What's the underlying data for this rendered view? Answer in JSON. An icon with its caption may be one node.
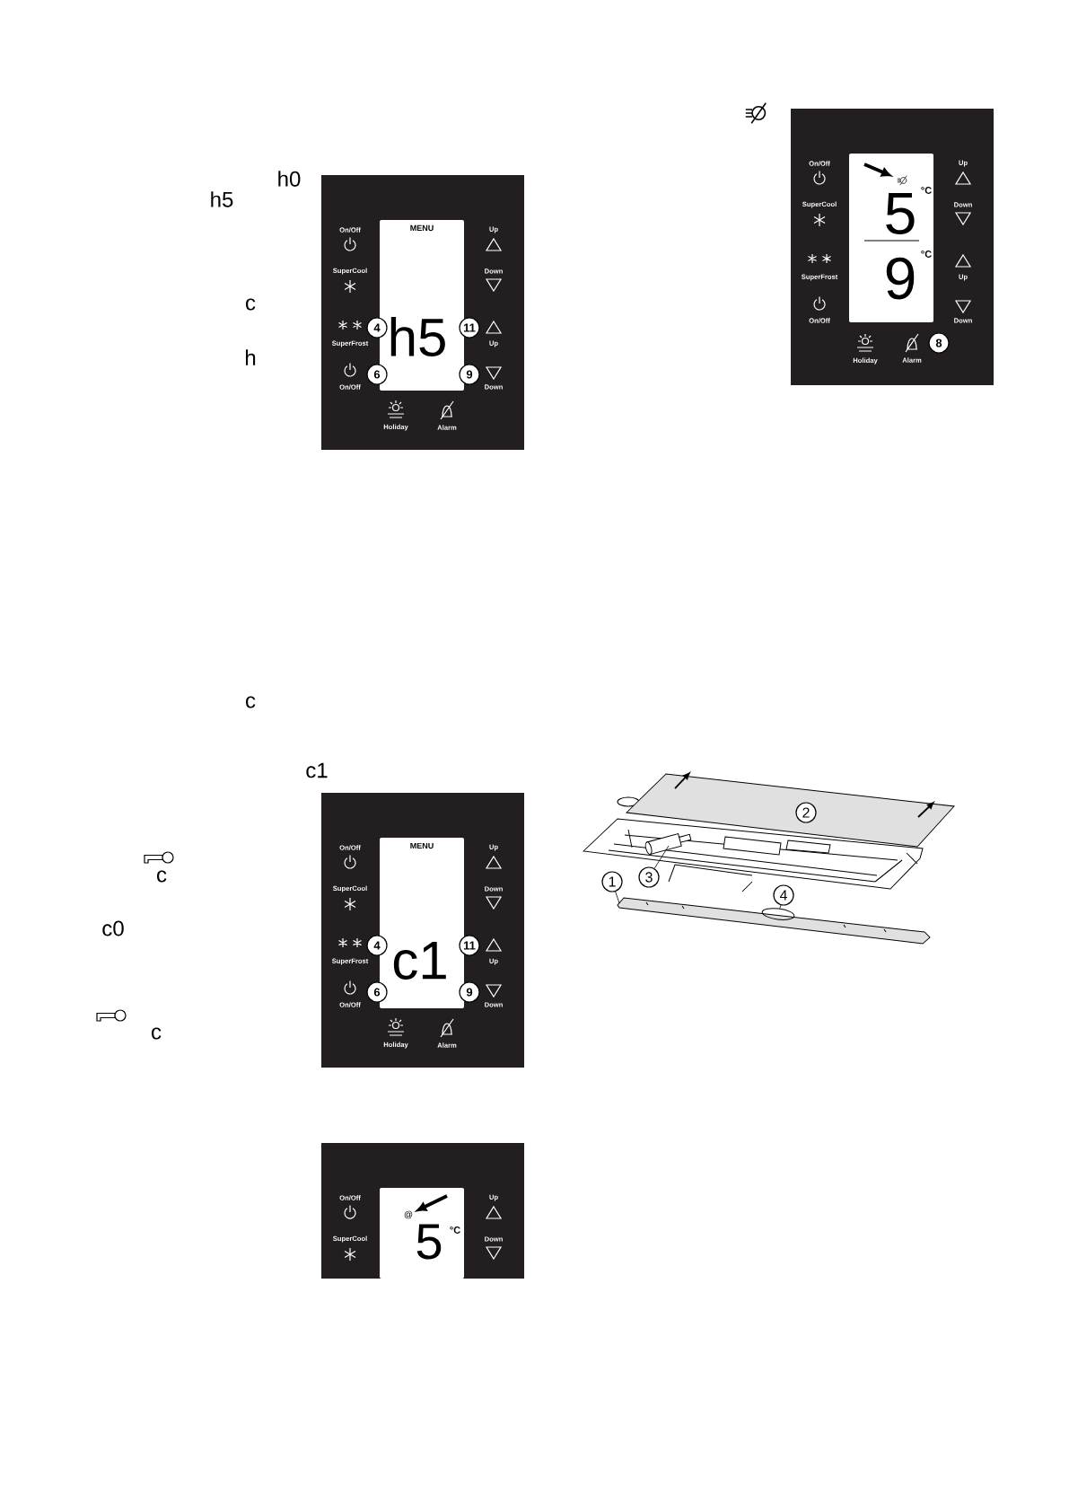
{
  "diagram": {
    "nodes": [
      {
        "text": [
          "On/Off",
          "Up",
          "SuperCool",
          "Down",
          "SuperFrost",
          "Up",
          "On/Off",
          "Down",
          "Holiday",
          "Alarm"
        ]
      },
      {
        "text": [
          "MENU",
          "h5"
        ],
        "in": 0
      },
      {
        "text": [
          "4"
        ],
        "in": 0
      },
      {
        "text": [
          "11"
        ],
        "in": 0
      },
      {
        "text": [
          "6"
        ],
        "in": 0
      },
      {
        "text": [
          "9"
        ],
        "in": 0
      },
      {
        "text": [
          "On/Off",
          "Up",
          "SuperCool",
          "Down",
          "SuperFrost",
          "Up",
          "On/Off",
          "Down",
          "Holiday",
          "Alarm"
        ]
      },
      {
        "text": [
          "5",
          "°C",
          "9",
          "°C"
        ],
        "in": 6
      },
      {
        "text": [],
        "shape": "symbol",
        "in": 7
      },
      {
        "text": [
          "8"
        ],
        "in": 6
      },
      {
        "text": [
          "On/Off",
          "Up",
          "SuperCool",
          "Down",
          "SuperFrost",
          "Up",
          "On/Off",
          "Down",
          "Holiday",
          "Alarm"
        ]
      },
      {
        "text": [
          "MENU",
          "c1"
        ],
        "in": 10
      },
      {
        "text": [
          "4"
        ],
        "in": 10
      },
      {
        "text": [
          "11"
        ],
        "in": 10
      },
      {
        "text": [
          "6"
        ],
        "in": 10
      },
      {
        "text": [
          "9"
        ],
        "in": 10
      },
      {
        "text": [
          "1"
        ]
      },
      {
        "text": [
          "2"
        ]
      },
      {
        "text": [
          "3"
        ]
      },
      {
        "text": [
          "4"
        ]
      },
      {
        "text": [
          "On/Off",
          "Up",
          "SuperCool",
          "Down"
        ]
      },
      {
        "text": [
          "5",
          "°C"
        ],
        "in": 20
      },
      {
        "text": [
          "@"
        ],
        "in": 21
      },
      {
        "text": [],
        "shape": "bar"
      },
      {
        "text": [],
        "shape": "ellipse"
      }
    ],
    "edges": [
      {
        "from": null,
        "to": 8,
        "arrow": "to",
        "style": "thick"
      },
      {
        "from": 16,
        "to": 23,
        "arrow": "none"
      },
      {
        "from": 18,
        "to": null,
        "arrow": "none"
      },
      {
        "from": 19,
        "to": 24,
        "arrow": "none"
      },
      {
        "from": null,
        "to": 22,
        "arrow": "to",
        "style": "thick"
      }
    ],
    "labels": [
      "h0",
      "h5",
      "c",
      "h",
      "c",
      "c1",
      "c",
      "c0",
      "c"
    ]
  }
}
